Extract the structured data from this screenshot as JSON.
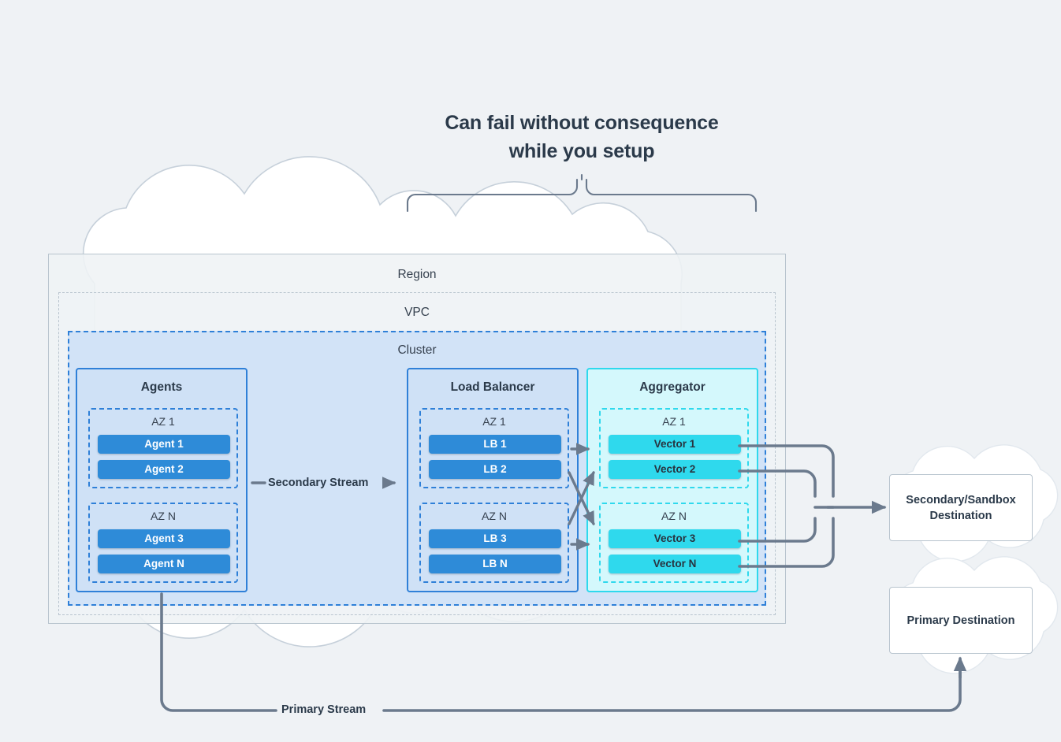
{
  "headline": {
    "line1": "Can fail without consequence",
    "line2": "while you setup"
  },
  "zones": {
    "region": "Region",
    "vpc": "VPC",
    "cluster": "Cluster"
  },
  "panels": [
    {
      "id": "agents",
      "title": "Agents",
      "accent": "#2f80d8",
      "groups": [
        {
          "label": "AZ 1",
          "nodes": [
            "Agent 1",
            "Agent 2"
          ]
        },
        {
          "label": "AZ N",
          "nodes": [
            "Agent 3",
            "Agent N"
          ]
        }
      ]
    },
    {
      "id": "load-balancer",
      "title": "Load Balancer",
      "accent": "#2f80d8",
      "groups": [
        {
          "label": "AZ 1",
          "nodes": [
            "LB 1",
            "LB 2"
          ]
        },
        {
          "label": "AZ N",
          "nodes": [
            "LB 3",
            "LB N"
          ]
        }
      ]
    },
    {
      "id": "aggregator",
      "title": "Aggregator",
      "accent": "#2fd9ed",
      "groups": [
        {
          "label": "AZ 1",
          "nodes": [
            "Vector 1",
            "Vector 2"
          ]
        },
        {
          "label": "AZ N",
          "nodes": [
            "Vector 3",
            "Vector N"
          ]
        }
      ]
    }
  ],
  "destinations": {
    "secondary_line1": "Secondary/Sandbox",
    "secondary_line2": "Destination",
    "primary": "Primary Destination"
  },
  "streams": {
    "secondary": "Secondary Stream",
    "primary": "Primary Stream"
  },
  "colors": {
    "background": "#eff2f5",
    "agent_blue": "#2e8bd8",
    "vector_cyan": "#2fd9ed",
    "cluster_fill": "#d2e3f7",
    "panel_blue_fill": "#cfe1f6",
    "panel_cyan_fill": "#d4f8fc",
    "line_gray": "#6b7a8d",
    "outline_gray": "#b8c4ce",
    "text_dark": "#2b3a4a"
  }
}
